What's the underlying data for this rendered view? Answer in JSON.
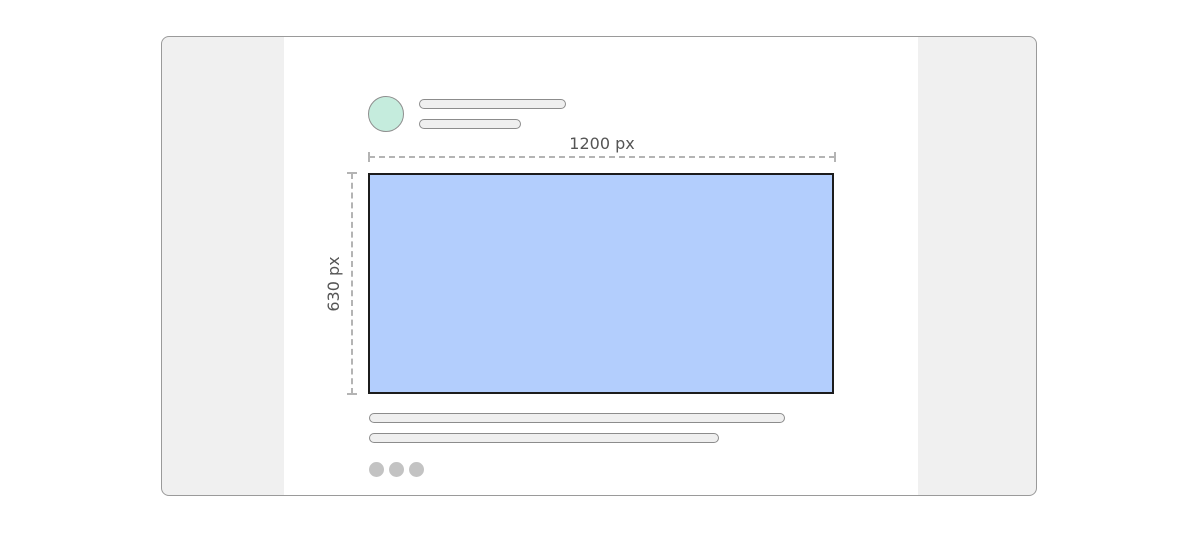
{
  "diagram": {
    "width_label": "1200 px",
    "height_label": "630 px"
  },
  "colors": {
    "media_fill": "#b3cefd",
    "avatar_fill": "#c5ecdd",
    "frame_bg": "#f0f0f0",
    "dimension_line": "#b4b4b4"
  },
  "post": {
    "text_lines_above": 2,
    "text_lines_below": 2,
    "action_dots": 3
  }
}
